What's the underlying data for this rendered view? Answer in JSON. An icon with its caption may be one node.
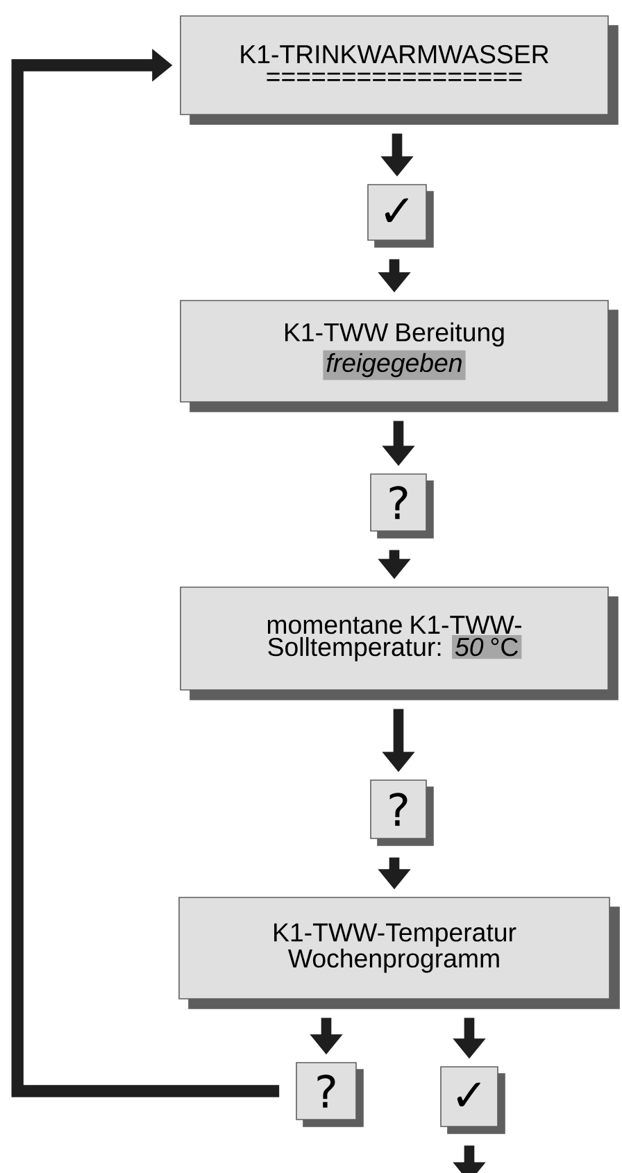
{
  "diagram": {
    "nodes": [
      {
        "text": [
          "K1-TRINKWARMWASSER",
          "================="
        ]
      },
      {
        "text": [
          "✓"
        ]
      },
      {
        "text": [
          "K1-TWW Bereitung",
          "freigegeben"
        ]
      },
      {
        "text": [
          "?"
        ]
      },
      {
        "text": [
          "momentane K1-TWW- Solltemperatur:",
          "*50* °C"
        ]
      },
      {
        "text": [
          "?"
        ]
      },
      {
        "text": [
          "K1-TWW-Temperatur Wochenprogramm"
        ]
      },
      {
        "text": [
          "?"
        ]
      },
      {
        "text": [
          "✓"
        ]
      }
    ],
    "edges": [
      {
        "from": 0,
        "to": 1,
        "arrow": "to"
      },
      {
        "from": 1,
        "to": 2,
        "arrow": "to"
      },
      {
        "from": 2,
        "to": 3,
        "arrow": "to"
      },
      {
        "from": 3,
        "to": 4,
        "arrow": "to"
      },
      {
        "from": 4,
        "to": 5,
        "arrow": "to"
      },
      {
        "from": 5,
        "to": 6,
        "arrow": "to"
      },
      {
        "from": 6,
        "to": 7,
        "arrow": "to"
      },
      {
        "from": 6,
        "to": 8,
        "arrow": "to"
      },
      {
        "from": 7,
        "to": 0,
        "arrow": "to"
      },
      {
        "from": 8,
        "to": null,
        "arrow": "to"
      }
    ]
  }
}
